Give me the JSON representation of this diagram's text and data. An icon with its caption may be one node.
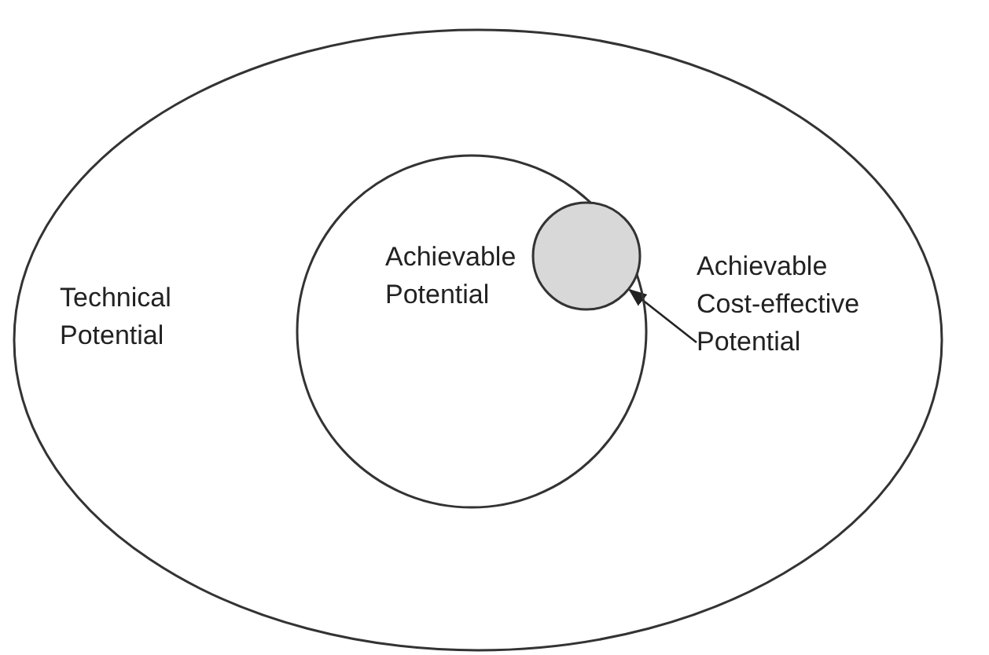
{
  "diagram": {
    "nodes": [
      {
        "text": [
          "Technical Potential"
        ]
      },
      {
        "text": [
          "Achievable Potential"
        ],
        "in": 0
      },
      {
        "text": [],
        "shape": "circle",
        "in": 1
      },
      {
        "text": [
          "Achievable Cost-effective Potential"
        ],
        "in": 0
      }
    ],
    "edges": [
      {
        "from": 3,
        "to": 2,
        "arrow": "to"
      }
    ]
  }
}
